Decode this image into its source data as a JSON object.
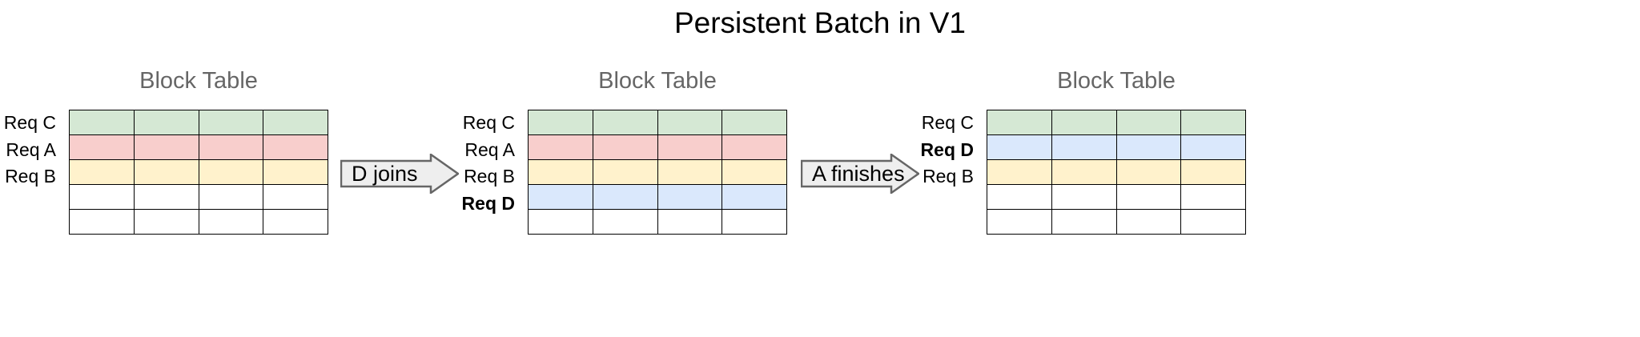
{
  "title": "Persistent Batch in V1",
  "colors": {
    "green": "#d5e8d4",
    "red": "#f8cecc",
    "yellow": "#fff2cc",
    "blue": "#dae8fc",
    "empty": "#ffffff",
    "border": "#000000",
    "arrow_fill": "#eeeeee",
    "arrow_stroke": "#666666",
    "title_color": "#000000",
    "table_title_color": "#666666"
  },
  "table_meta": {
    "columns": 4,
    "rows": 5
  },
  "panels": [
    {
      "title": "Block Table",
      "rows": [
        {
          "label": "Req C",
          "bold": false,
          "color": "green",
          "cells": [
            "",
            "",
            "",
            ""
          ]
        },
        {
          "label": "Req A",
          "bold": false,
          "color": "red",
          "cells": [
            "",
            "",
            "",
            ""
          ]
        },
        {
          "label": "Req B",
          "bold": false,
          "color": "yellow",
          "cells": [
            "",
            "",
            "",
            ""
          ]
        },
        {
          "label": "",
          "bold": false,
          "color": "empty",
          "cells": [
            "",
            "",
            "",
            ""
          ]
        },
        {
          "label": "",
          "bold": false,
          "color": "empty",
          "cells": [
            "",
            "",
            "",
            ""
          ]
        }
      ]
    },
    {
      "title": "Block Table",
      "rows": [
        {
          "label": "Req C",
          "bold": false,
          "color": "green",
          "cells": [
            "",
            "",
            "",
            ""
          ]
        },
        {
          "label": "Req A",
          "bold": false,
          "color": "red",
          "cells": [
            "",
            "",
            "",
            ""
          ]
        },
        {
          "label": "Req B",
          "bold": false,
          "color": "yellow",
          "cells": [
            "",
            "",
            "",
            ""
          ]
        },
        {
          "label": "Req D",
          "bold": true,
          "color": "blue",
          "cells": [
            "",
            "",
            "",
            ""
          ]
        },
        {
          "label": "",
          "bold": false,
          "color": "empty",
          "cells": [
            "",
            "",
            "",
            ""
          ]
        }
      ]
    },
    {
      "title": "Block Table",
      "rows": [
        {
          "label": "Req C",
          "bold": false,
          "color": "green",
          "cells": [
            "",
            "",
            "",
            ""
          ]
        },
        {
          "label": "Req D",
          "bold": true,
          "color": "blue",
          "cells": [
            "",
            "",
            "",
            ""
          ]
        },
        {
          "label": "Req B",
          "bold": false,
          "color": "yellow",
          "cells": [
            "",
            "",
            "",
            ""
          ]
        },
        {
          "label": "",
          "bold": false,
          "color": "empty",
          "cells": [
            "",
            "",
            "",
            ""
          ]
        },
        {
          "label": "",
          "bold": false,
          "color": "empty",
          "cells": [
            "",
            "",
            "",
            ""
          ]
        }
      ]
    }
  ],
  "arrows": [
    {
      "label": "D joins",
      "icon": "right-arrow-icon"
    },
    {
      "label": "A finishes",
      "icon": "right-arrow-icon"
    }
  ]
}
